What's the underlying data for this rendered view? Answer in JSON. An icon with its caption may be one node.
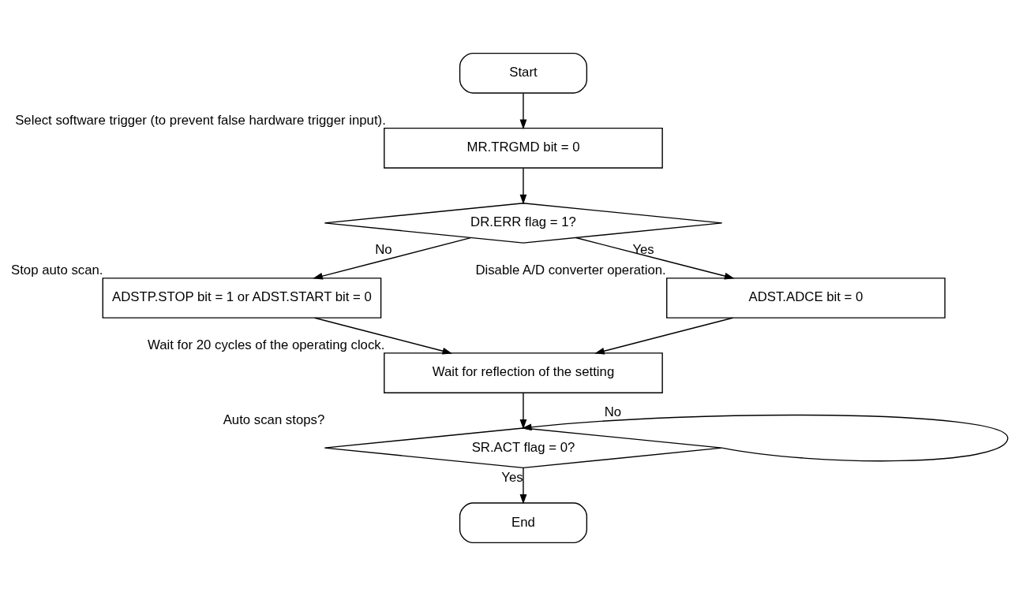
{
  "diagram": {
    "nodes": [
      {
        "text": [
          "Start"
        ]
      },
      {
        "text": [
          "MR.TRGMD bit = 0"
        ],
        "beside": [
          "Select software trigger (to prevent false hardware trigger input)."
        ]
      },
      {
        "text": [
          "DR.ERR flag = 1?"
        ]
      },
      {
        "text": [
          "ADSTP.STOP bit = 1 or ADST.START bit = 0"
        ],
        "beside": [
          "Stop auto scan."
        ]
      },
      {
        "text": [
          "ADST.ADCE bit = 0"
        ],
        "beside": [
          "Disable A/D converter operation."
        ]
      },
      {
        "text": [
          "Wait for reflection of the setting"
        ],
        "beside": [
          "Wait for 20 cycles of the operating clock."
        ]
      },
      {
        "text": [
          "SR.ACT flag = 0?"
        ],
        "beside": [
          "Auto scan stops?"
        ]
      },
      {
        "text": [
          "End"
        ]
      }
    ],
    "edges": [
      {
        "from": 0,
        "to": 1,
        "arrow": "to"
      },
      {
        "from": 1,
        "to": 2,
        "arrow": "to"
      },
      {
        "from": 2,
        "to": 3,
        "arrow": "to",
        "label": "No"
      },
      {
        "from": 2,
        "to": 4,
        "arrow": "to",
        "label": "Yes"
      },
      {
        "from": 3,
        "to": 5,
        "arrow": "to"
      },
      {
        "from": 4,
        "to": 5,
        "arrow": "to"
      },
      {
        "from": 5,
        "to": 6,
        "arrow": "to"
      },
      {
        "from": 6,
        "to": 6,
        "arrow": "to",
        "label": "No"
      },
      {
        "from": 6,
        "to": 7,
        "arrow": "to",
        "label": "Yes"
      }
    ]
  }
}
